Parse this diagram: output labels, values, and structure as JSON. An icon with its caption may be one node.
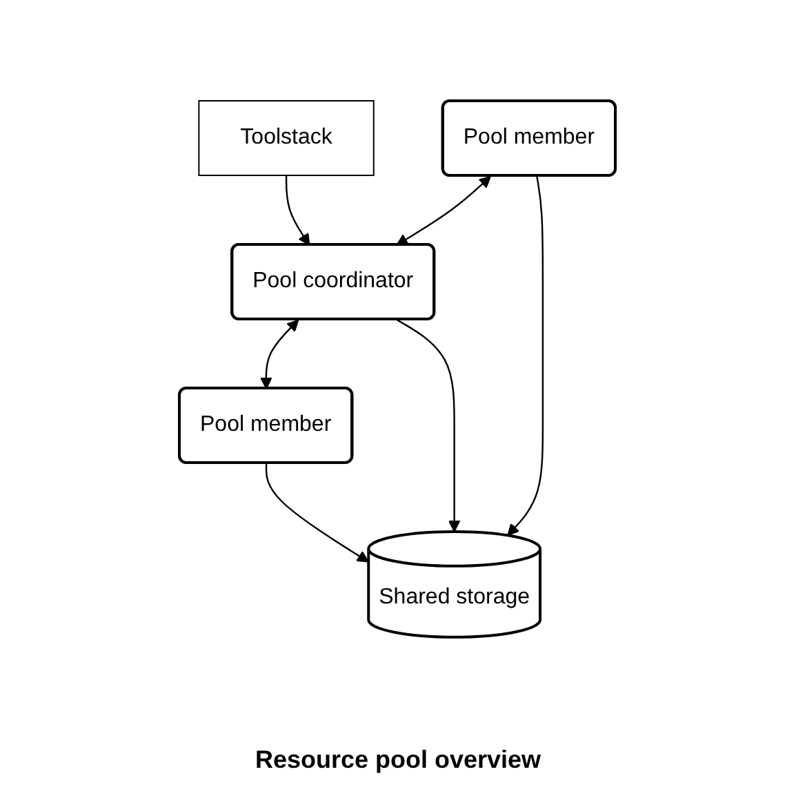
{
  "diagram": {
    "title": "Resource pool overview",
    "nodes": [
      {
        "text": [
          "Toolstack"
        ]
      },
      {
        "text": [
          "Pool member"
        ]
      },
      {
        "text": [
          "Pool coordinator"
        ]
      },
      {
        "text": [
          "Pool member"
        ]
      },
      {
        "text": [
          "Shared storage"
        ]
      }
    ],
    "edges": [
      {
        "from": 0,
        "to": 2,
        "arrow": "to"
      },
      {
        "from": 1,
        "to": 2,
        "arrow": "both"
      },
      {
        "from": 2,
        "to": 3,
        "arrow": "both"
      },
      {
        "from": 1,
        "to": 4,
        "arrow": "to"
      },
      {
        "from": 2,
        "to": 4,
        "arrow": "to"
      },
      {
        "from": 3,
        "to": 4,
        "arrow": "to"
      }
    ]
  }
}
